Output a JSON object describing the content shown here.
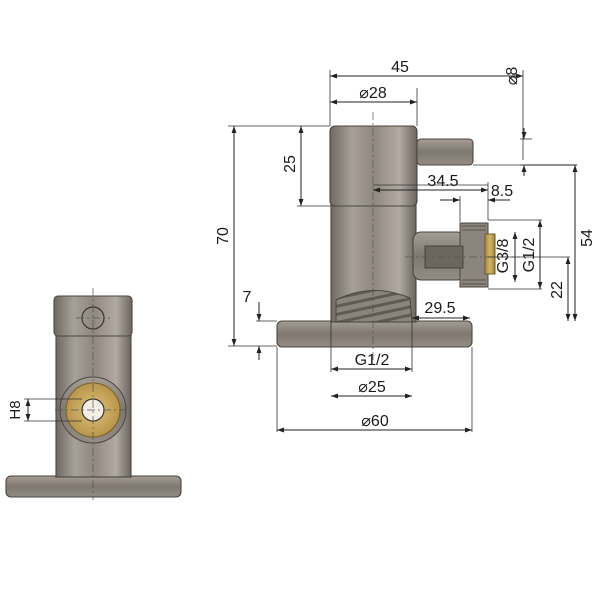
{
  "drawing": {
    "views": {
      "front": {
        "dimensions": {
          "width_overall": "45",
          "body_diameter": "⌀28",
          "pin_diameter": "⌀8",
          "upper_height": "25",
          "total_height": "70",
          "outlet_offset": "34.5",
          "outlet_length": "8.5",
          "outlet_thread": "G3/8",
          "outlet_thread_outer": "G1/2",
          "overall_height_right": "54",
          "outlet_height": "22",
          "base_thickness": "7",
          "base_to_outlet": "29.5",
          "inlet_thread": "G1/2",
          "inlet_diameter": "⌀25",
          "flange_diameter": "⌀60"
        }
      },
      "side": {
        "dimensions": {
          "hex_size": "H8"
        }
      }
    },
    "colors": {
      "metal": "#8f8880",
      "metal_dark": "#6e6861",
      "brass": "#c9a659",
      "line": "#222222"
    }
  }
}
